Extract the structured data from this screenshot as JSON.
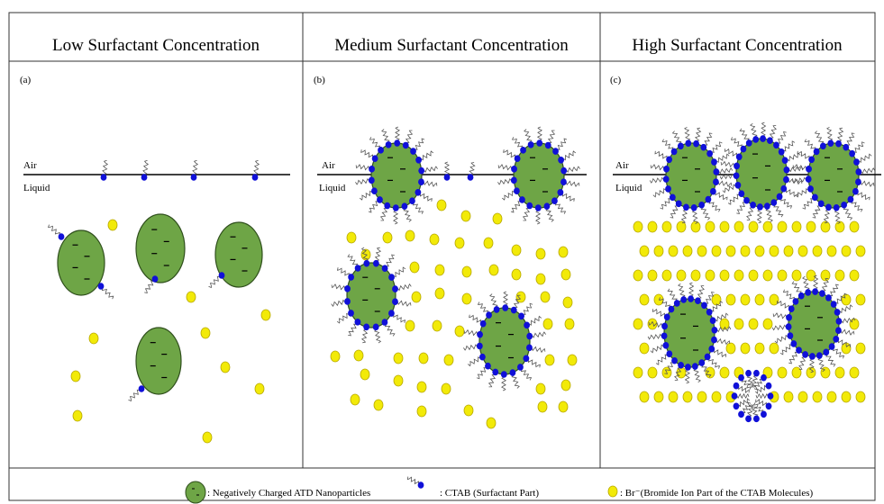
{
  "panels": [
    {
      "title": "Low Surfactant Concentration",
      "letter": "(a)",
      "air": "Air",
      "liquid": "Liquid"
    },
    {
      "title": "Medium Surfactant Concentration",
      "letter": "(b)",
      "air": "Air",
      "liquid": "Liquid"
    },
    {
      "title": "High Surfactant Concentration",
      "letter": "(c)",
      "air": "Air",
      "liquid": "Liquid"
    }
  ],
  "legend": {
    "nanoparticle": ": Negatively Charged ATD Nanoparticles",
    "ctab": ": CTAB (Surfactant Part)",
    "bromide": ": Br⁻(Bromide Ion Part of the CTAB Molecules)"
  },
  "colors": {
    "nanoparticle_fill": "#6ea546",
    "nanoparticle_stroke": "#2f4f1c",
    "ctab_head": "#1010d8",
    "bromide_fill": "#f2ea08",
    "bromide_stroke": "#b8a800",
    "border": "#333333"
  }
}
